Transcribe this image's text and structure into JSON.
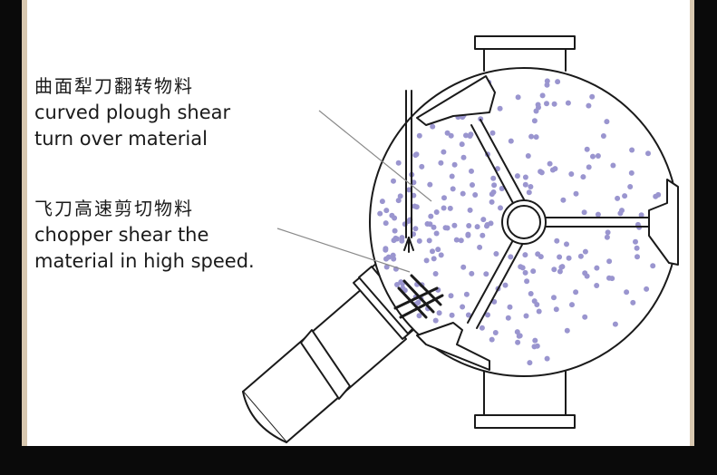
{
  "labels": {
    "plough": {
      "zh": "曲面犁刀翻转物料",
      "en_line1": "curved plough shear",
      "en_line2": "turn over material"
    },
    "chopper": {
      "zh": "飞刀高速剪切物料",
      "en_line1": "chopper shear the",
      "en_line2": "material in high speed."
    }
  },
  "colors": {
    "frame": "#0a0a0a",
    "frame_edge": "#d8c8b0",
    "panel": "#ffffff",
    "stroke": "#1a1a1a",
    "particle": "#9a95cf",
    "leader": "#8a8a8a"
  }
}
